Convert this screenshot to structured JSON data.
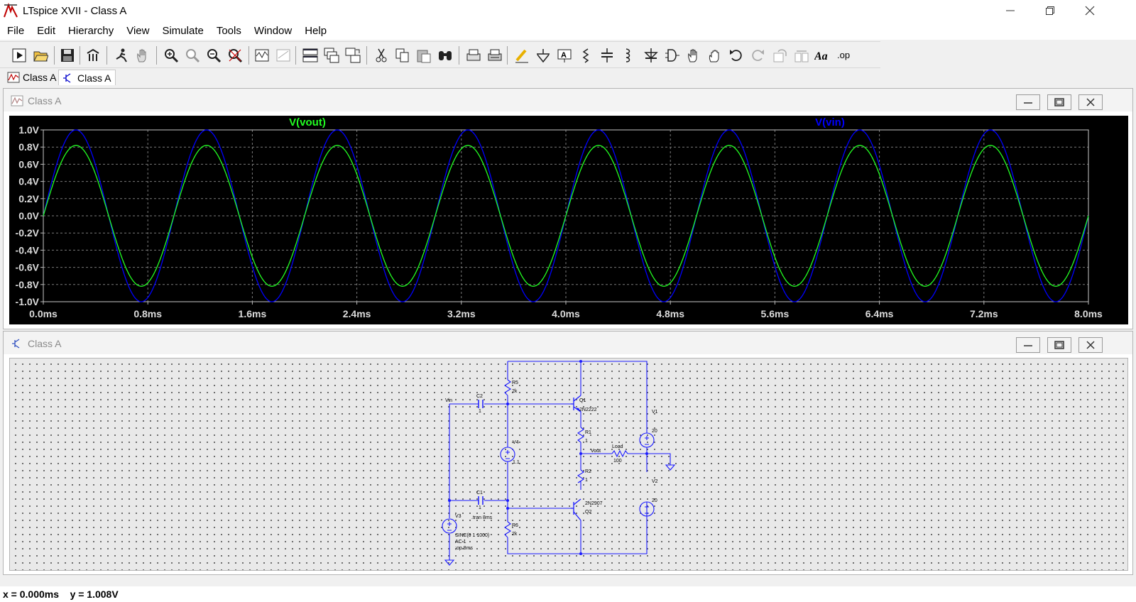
{
  "app": {
    "title": "LTspice XVII - Class A"
  },
  "window_controls": [
    "minimize",
    "restore",
    "close"
  ],
  "menu": [
    "File",
    "Edit",
    "Hierarchy",
    "View",
    "Simulate",
    "Tools",
    "Window",
    "Help"
  ],
  "toolbar_icons": [
    "run-icon",
    "open-icon",
    "save-icon",
    "control-panel-icon",
    "halt-icon",
    "pan-icon",
    "zoom-in-icon",
    "zoom-back-icon",
    "zoom-out-icon",
    "zoom-fit-icon",
    "autorange-icon",
    "delete-plot-icon",
    "tile-horizontal-icon",
    "cascade-icon",
    "tile-vertical-icon",
    "cut-icon",
    "copy-icon",
    "paste-icon",
    "find-icon",
    "print-setup-icon",
    "print-icon",
    "wire-icon",
    "ground-icon",
    "label-icon",
    "resistor-icon",
    "capacitor-icon",
    "inductor-icon",
    "diode-icon",
    "component-icon",
    "move-icon",
    "drag-icon",
    "undo-icon",
    "redo-icon",
    "rotate-icon",
    "mirror-icon",
    "text-icon",
    "spice-directive-icon"
  ],
  "tabs": [
    {
      "label": "Class A",
      "kind": "waveform",
      "active": false
    },
    {
      "label": "Class A",
      "kind": "schematic",
      "active": true
    }
  ],
  "plot_window": {
    "title": "Class A",
    "chart_data": {
      "type": "line",
      "title": "",
      "xlabel": "",
      "ylabel": "",
      "x_unit": "ms",
      "xlim": [
        0,
        8.0
      ],
      "ylim": [
        -1.0,
        1.0
      ],
      "x_ticks": [
        "0.0ms",
        "0.8ms",
        "1.6ms",
        "2.4ms",
        "3.2ms",
        "4.0ms",
        "4.8ms",
        "5.6ms",
        "6.4ms",
        "7.2ms",
        "8.0ms"
      ],
      "y_ticks": [
        "1.0V",
        "0.8V",
        "0.6V",
        "0.4V",
        "0.2V",
        "0.0V",
        "-0.2V",
        "-0.4V",
        "-0.6V",
        "-0.8V",
        "-1.0V"
      ],
      "grid": true,
      "series": [
        {
          "name": "V(vout)",
          "color": "#22ff22",
          "function": "sine",
          "amplitude": 0.82,
          "frequency_hz": 1000,
          "offset": 0
        },
        {
          "name": "V(vin)",
          "color": "#0000ff",
          "function": "sine",
          "amplitude": 1.0,
          "frequency_hz": 1000,
          "offset": 0
        }
      ]
    }
  },
  "schematic_window": {
    "title": "Class A",
    "labels": {
      "vin": "Vin",
      "c2": "C2",
      "c2_val": "1",
      "r5": "R5",
      "r5_val": "2k",
      "q1": "Q1",
      "q1_val": "2N2222",
      "v1": "V1",
      "v1_val": "20",
      "r1": "R1",
      "r1_val": "1",
      "v4": "V4",
      "v4_val": "1.1",
      "vout": "Vout",
      "load": "Load",
      "load_val": "100",
      "r2": "R2",
      "r2_val": "1",
      "v2": "V2",
      "v2_val": "20",
      "c1": "C1",
      "c1_val": "1",
      "q2_val": "2N2907",
      "q2": "Q2",
      "tran": ".tran 8ms",
      "v3": "V3",
      "r6": "R6",
      "r6_val": "2k",
      "v3_line1": "SINE(0 1 1000)",
      "v3_line2": "AC 1",
      "v3_line3": ";op 8ms"
    }
  },
  "status": {
    "text": "x = 0.000ms    y = 1.008V"
  }
}
